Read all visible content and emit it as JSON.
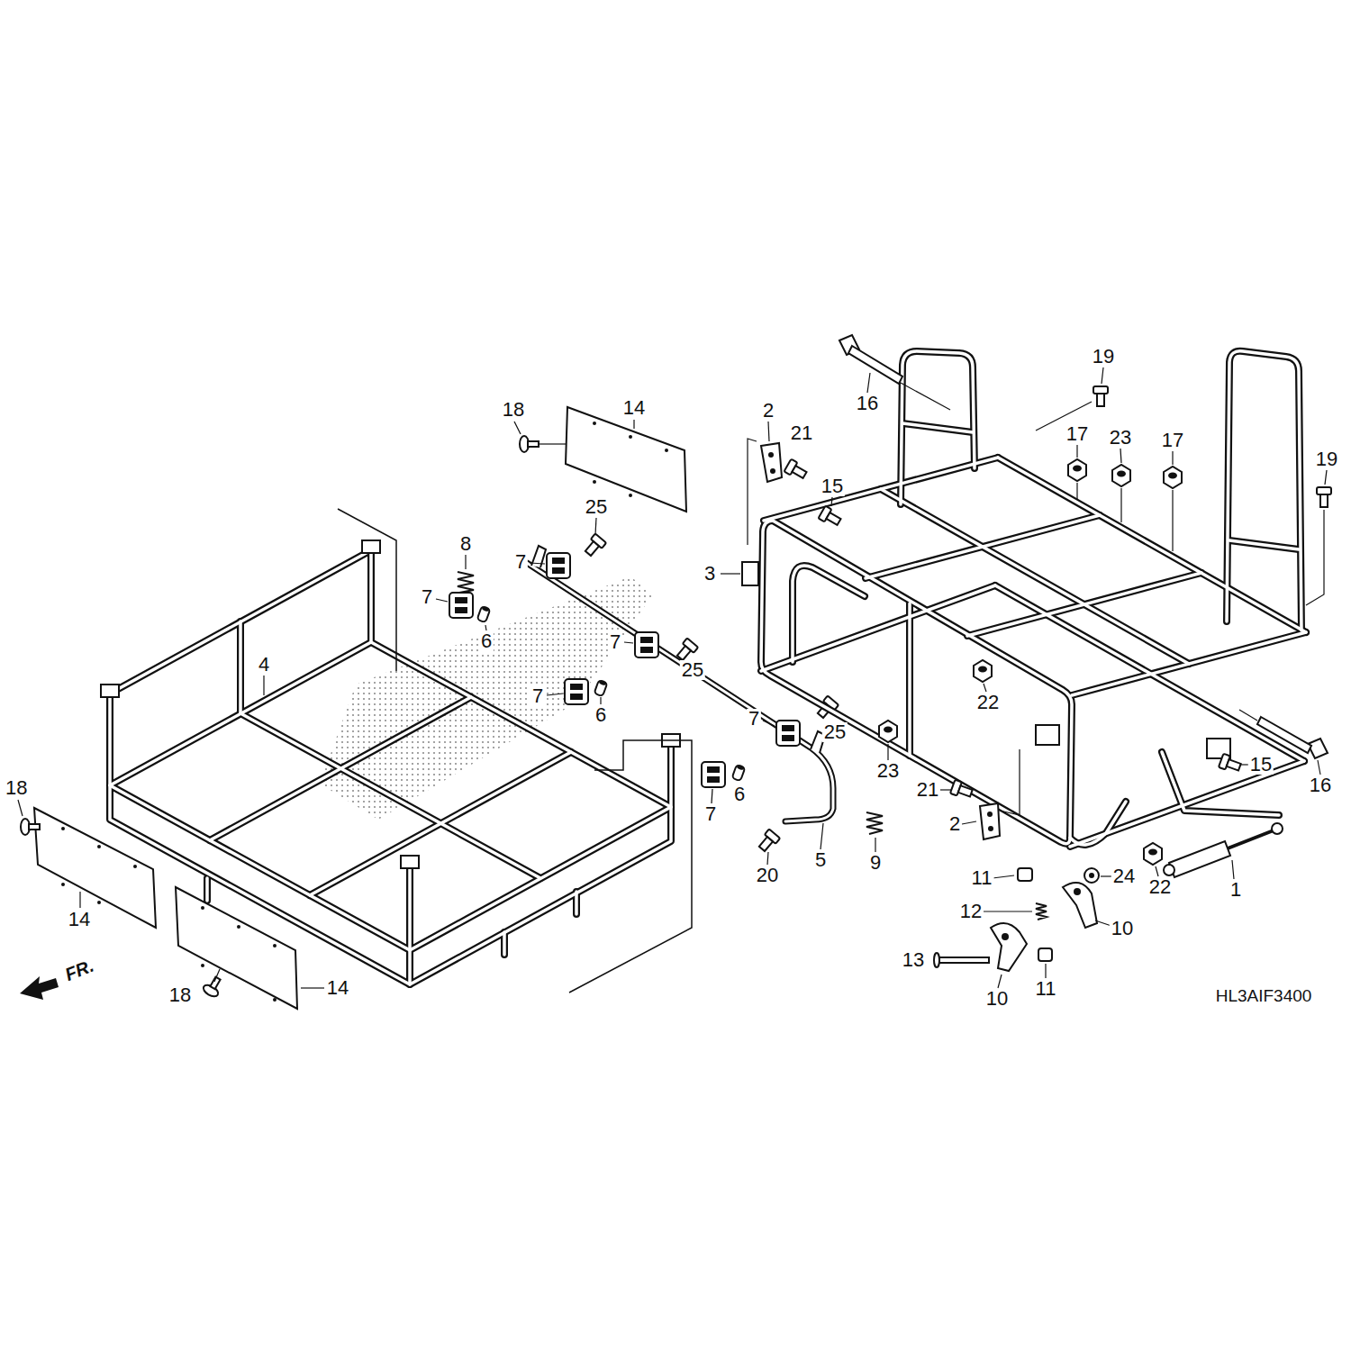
{
  "diagram": {
    "labels": [
      "18",
      "14",
      "25",
      "8",
      "7",
      "7",
      "6",
      "7",
      "25",
      "4",
      "7",
      "6",
      "7",
      "25",
      "6",
      "7",
      "20",
      "5",
      "18",
      "14",
      "18",
      "14",
      "FR.",
      "2",
      "21",
      "16",
      "19",
      "17",
      "23",
      "17",
      "19",
      "15",
      "3",
      "22",
      "23",
      "21",
      "2",
      "9",
      "15",
      "16",
      "22",
      "1",
      "11",
      "24",
      "12",
      "10",
      "13",
      "10",
      "11",
      "HL3AIF3400"
    ]
  }
}
